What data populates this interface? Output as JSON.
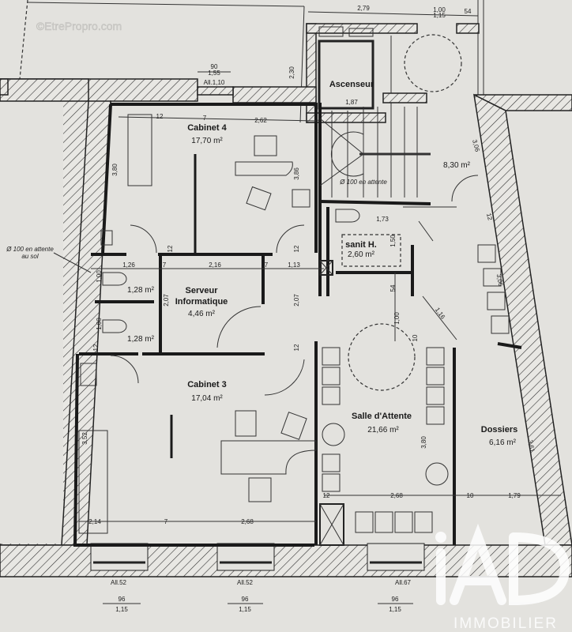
{
  "watermark": "©EtrePropro.com",
  "rooms": {
    "ascenseur": {
      "label": "Ascenseur",
      "dim": "1,87"
    },
    "cabinet4": {
      "label": "Cabinet 4",
      "area": "17,70 m²"
    },
    "serveur": {
      "label1": "Serveur",
      "label2": "Informatique",
      "area": "4,46 m²"
    },
    "wc1": {
      "area": "1,28 m²"
    },
    "wc2": {
      "area": "1,28 m²"
    },
    "sanit": {
      "label": "sanit H.",
      "area": "2,60 m²"
    },
    "hall": {
      "area": "8,30 m²"
    },
    "cabinet3": {
      "label": "Cabinet 3",
      "area": "17,04 m²"
    },
    "attente": {
      "label": "Salle d'Attente",
      "area": "21,66 m²"
    },
    "dossiers": {
      "label": "Dossiers",
      "area": "6,16 m²"
    }
  },
  "notes": {
    "evacuation1_l1": "Ø 100 en attente",
    "evacuation1_l2": "au sol",
    "evacuation2": "Ø 100 en attente"
  },
  "dimensions": {
    "top_279": "2,79",
    "top_100": "1,00",
    "top_115": "1,15",
    "top_54": "54",
    "h_230": "2,30",
    "win_top_90": "90",
    "win_top_155": "1,55",
    "all_110": "All.1,10",
    "c4_12": "12",
    "c4_7": "7",
    "c4_262": "2,62",
    "c4_380": "3,80",
    "c4_386": "3,86",
    "row_126": "1,26",
    "row_216": "2,16",
    "row_113": "1,13",
    "row_7a": "7",
    "row_7b": "7",
    "wc_100a": "1,00",
    "wc_100b": "1,00",
    "srv_207a": "2,07",
    "srv_207b": "2,07",
    "d_12a": "12",
    "d_12b": "12",
    "d_12c": "12",
    "d_12d": "12",
    "hall_306": "3,06",
    "hall_12": "12",
    "s_173": "1,73",
    "s_150": "1,50",
    "s_54": "54",
    "s_100": "1,00",
    "s_116": "1,16",
    "s_10": "10",
    "s_306": "3,06",
    "c3_352": "3,52",
    "c3_214": "2,14",
    "c3_7": "7",
    "c3_268": "2,68",
    "sa_12": "12",
    "sa_268": "2,68",
    "sa_10": "10",
    "sa_179": "1,79",
    "sa_380": "3,80",
    "do_361": "3,61",
    "all_52a": "All.52",
    "all_52b": "All.52",
    "all_67": "All.67",
    "w1_96": "96",
    "w1_115": "1,15",
    "w2_96": "96",
    "w2_115": "1,15",
    "w3_96": "96",
    "w3_115": "1,15"
  },
  "logo": {
    "brand": "iAD",
    "subtitle": "IMMOBILIER"
  }
}
